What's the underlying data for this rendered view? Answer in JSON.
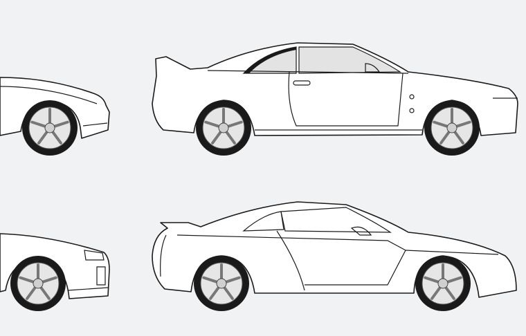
{
  "scene": {
    "background_color": "#f1f2f4",
    "line_color": "#1a1a1a",
    "body_color": "#ffffff",
    "items": [
      {
        "name": "skyline-r33-front-partial",
        "row": "top",
        "view": "front-partial"
      },
      {
        "name": "skyline-r33-side",
        "row": "top",
        "view": "side"
      },
      {
        "name": "gtr-r35-front-partial",
        "row": "bottom",
        "view": "front-partial"
      },
      {
        "name": "gtr-r35-side",
        "row": "bottom",
        "view": "side"
      }
    ]
  }
}
